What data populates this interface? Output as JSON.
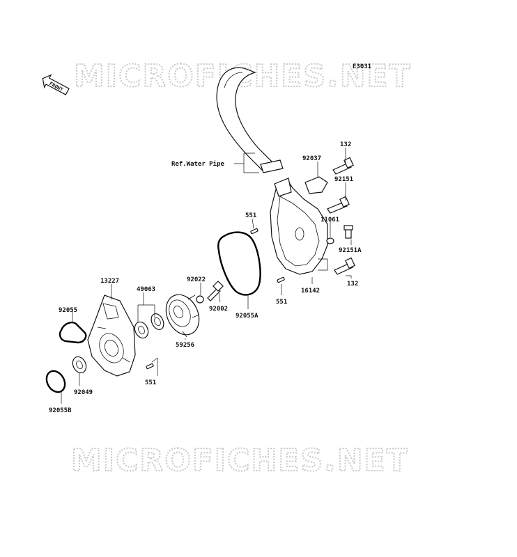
{
  "watermark": {
    "top": "MICROFICHES.NET",
    "bottom": "MICROFICHES.NET"
  },
  "figure_code": "E3031",
  "front_label": "FRONT",
  "ref_label": "Ref.Water Pipe",
  "parts": {
    "p132_top": "132",
    "p92037": "92037",
    "p92151": "92151",
    "p551_top": "551",
    "p11061": "11061",
    "p92151A": "92151A",
    "p132_bottom": "132",
    "p16142": "16142",
    "p551_mid": "551",
    "p92022": "92022",
    "p92002": "92002",
    "p92055A": "92055A",
    "p13227": "13227",
    "p49063": "49063",
    "p92055": "92055",
    "p59256": "59256",
    "p551_bottom": "551",
    "p92049": "92049",
    "p92055B": "92055B"
  }
}
